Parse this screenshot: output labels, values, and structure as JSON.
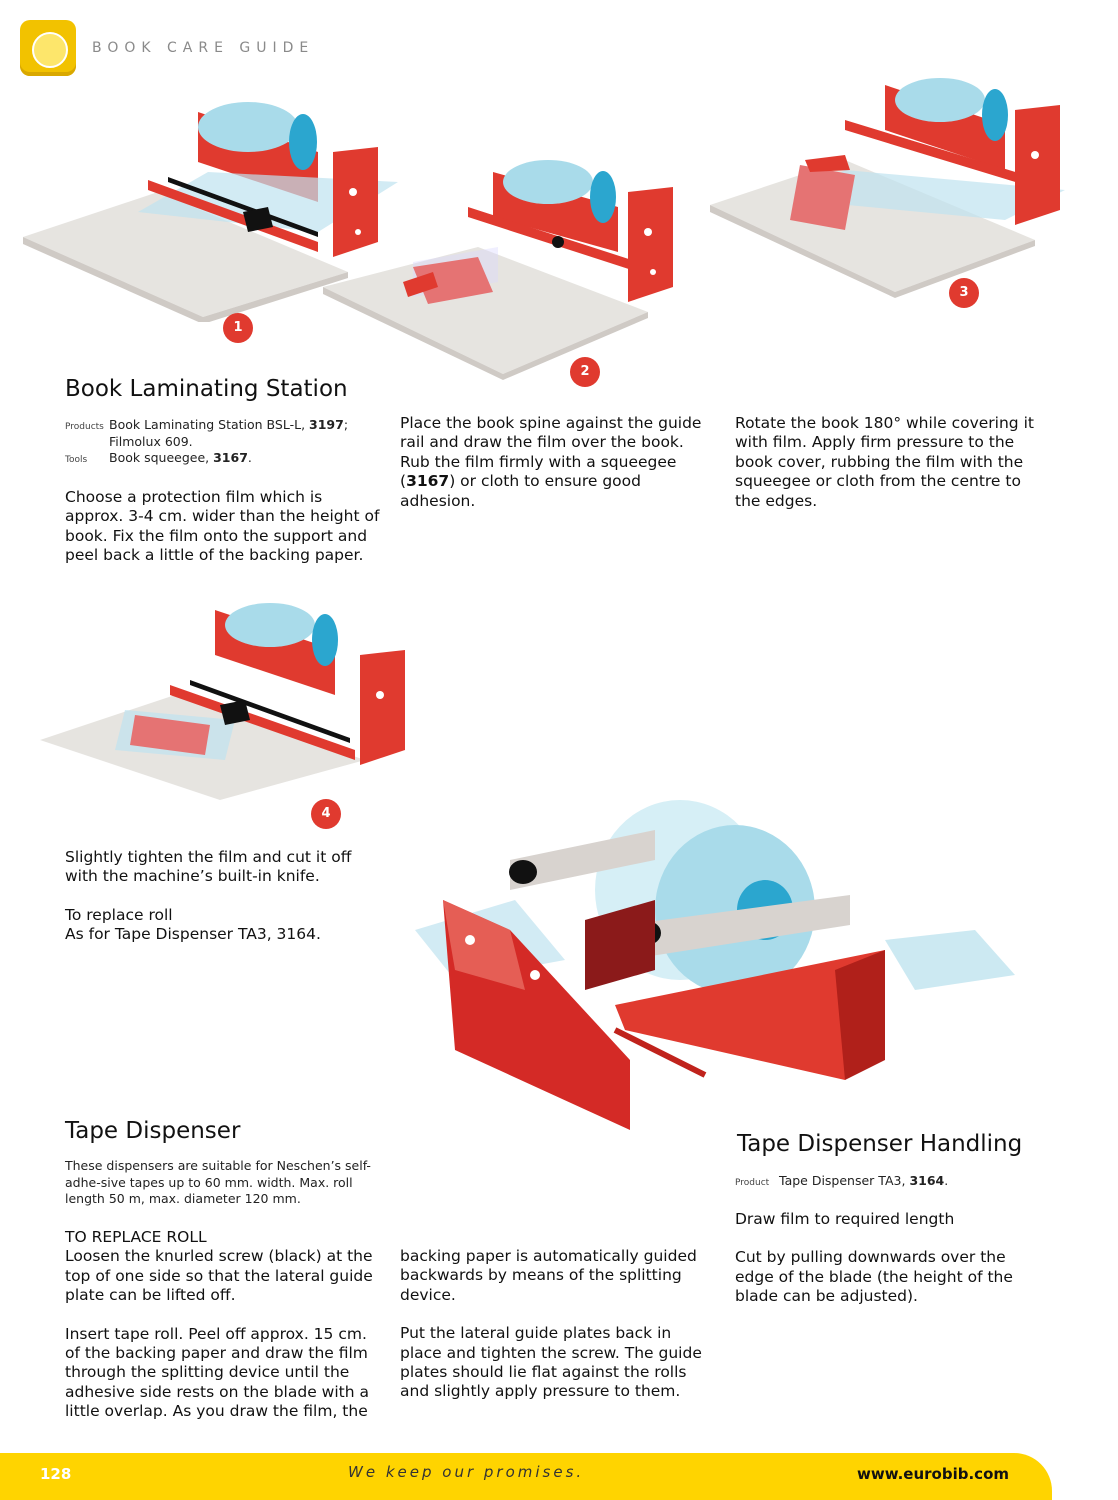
{
  "header": {
    "title": "BOOK CARE GUIDE"
  },
  "steps": [
    "1",
    "2",
    "3",
    "4"
  ],
  "laminating": {
    "title": "Book Laminating Station",
    "products_label": "Products",
    "products_text": "Book Laminating Station BSL-L,",
    "products_code": "3197",
    "products_text2": "; Filmolux 609.",
    "tools_label": "Tools",
    "tools_text": "Book squeegee,",
    "tools_code": "3167",
    "tools_text2": ".",
    "step1": "Choose a protection film which is approx. 3-4 cm. wider than the height of book. Fix the film onto the support and peel back a little of the backing paper.",
    "step2_a": "Place the book spine against the guide rail and draw the film over the book. Rub the film firmly with a squeegee (",
    "step2_code": "3167",
    "step2_b": ") or cloth to ensure good adhesion.",
    "step3": "Rotate the book 180° while covering it with film. Apply firm pressure to the book cover, rubbing the film with the squeegee or cloth from the centre to the edges.",
    "step4": "Slightly tighten the film and cut it off with the machine’s built-in knife.",
    "replace_1": "To replace roll",
    "replace_2": "As for Tape Dispenser TA3, 3164."
  },
  "tape": {
    "title": "Tape Dispenser",
    "intro": "These dispensers are suitable for Neschen’s self-adhe-sive tapes up to 60 mm. width. Max. roll length 50 m, max. diameter 120 mm.",
    "replace_heading": "TO REPLACE ROLL",
    "p1": "Loosen the knurled screw (black) at the top of one side so that the lateral guide plate can be lifted off.",
    "p2": "Insert tape roll. Peel off approx. 15 cm. of the backing paper and draw the film through the splitting device until the adhesive side rests on the blade with a little overlap. As you draw the film, the",
    "p3": "backing paper is automatically guided backwards by means of the splitting device.",
    "p4": "Put the lateral guide plates back in place and tighten the screw. The guide plates should lie flat against the rolls and slightly apply pressure to them."
  },
  "handling": {
    "title": "Tape Dispenser Handling",
    "product_label": "Product",
    "product_text": "Tape Dispenser TA3,",
    "product_code": "3164",
    "product_text2": ".",
    "p1": "Draw film to required length",
    "p2": "Cut by pulling downwards over the edge of the blade (the height of the blade can be adjusted)."
  },
  "footer": {
    "page": "128",
    "slogan": "We keep our promises.",
    "url": "www.eurobib.com"
  },
  "colors": {
    "accent": "#ffd400",
    "red": "#e03a2f",
    "film": "#a9dbea"
  }
}
